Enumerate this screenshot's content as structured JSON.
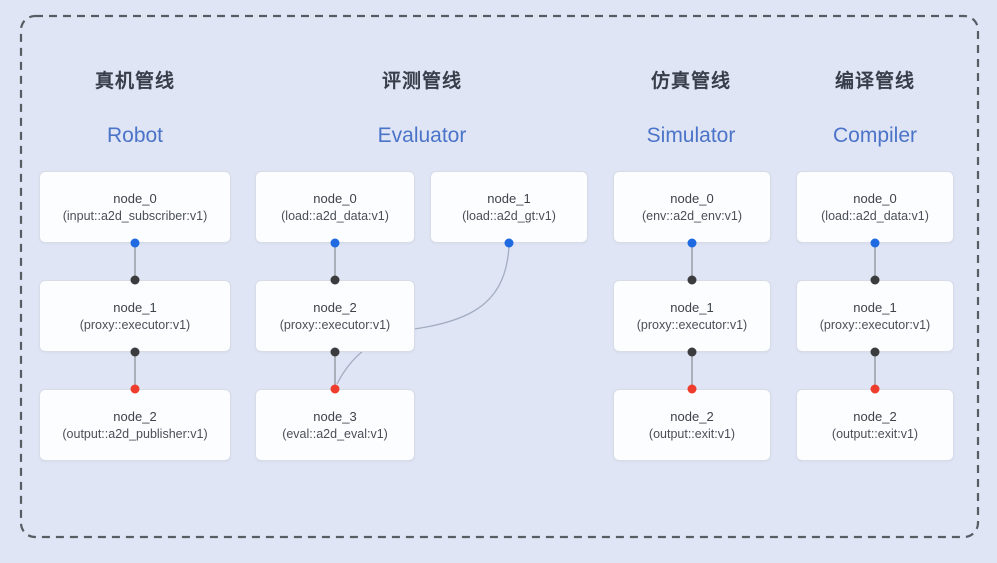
{
  "diagram": {
    "pipelines": [
      {
        "title_zh": "真机管线",
        "title_en": "Robot",
        "nodes": [
          {
            "name": "node_0",
            "type": "(input::a2d_subscriber:v1)"
          },
          {
            "name": "node_1",
            "type": "(proxy::executor:v1)"
          },
          {
            "name": "node_2",
            "type": "(output::a2d_publisher:v1)"
          }
        ]
      },
      {
        "title_zh": "评测管线",
        "title_en": "Evaluator",
        "nodes": [
          {
            "name": "node_0",
            "type": "(load::a2d_data:v1)"
          },
          {
            "name": "node_1",
            "type": "(load::a2d_gt:v1)"
          },
          {
            "name": "node_2",
            "type": "(proxy::executor:v1)"
          },
          {
            "name": "node_3",
            "type": "(eval::a2d_eval:v1)"
          }
        ]
      },
      {
        "title_zh": "仿真管线",
        "title_en": "Simulator",
        "nodes": [
          {
            "name": "node_0",
            "type": "(env::a2d_env:v1)"
          },
          {
            "name": "node_1",
            "type": "(proxy::executor:v1)"
          },
          {
            "name": "node_2",
            "type": "(output::exit:v1)"
          }
        ]
      },
      {
        "title_zh": "编译管线",
        "title_en": "Compiler",
        "nodes": [
          {
            "name": "node_0",
            "type": "(load::a2d_data:v1)"
          },
          {
            "name": "node_1",
            "type": "(proxy::executor:v1)"
          },
          {
            "name": "node_2",
            "type": "(output::exit:v1)"
          }
        ]
      }
    ],
    "colors": {
      "background": "#dfe5f4",
      "output_port_dot": "#1f6ae0",
      "input_port_dot": "#3b3c3e",
      "final_input_port_dot": "#ee3d2c",
      "edge_line": "#8e939c",
      "edge_curve": "#a3adc2",
      "dashed_border": "#585c63",
      "title_zh_color": "#383e4a",
      "title_en_color": "#4b74c9",
      "node_background": "#fcfdfe",
      "node_border": "#d8dce7"
    }
  }
}
